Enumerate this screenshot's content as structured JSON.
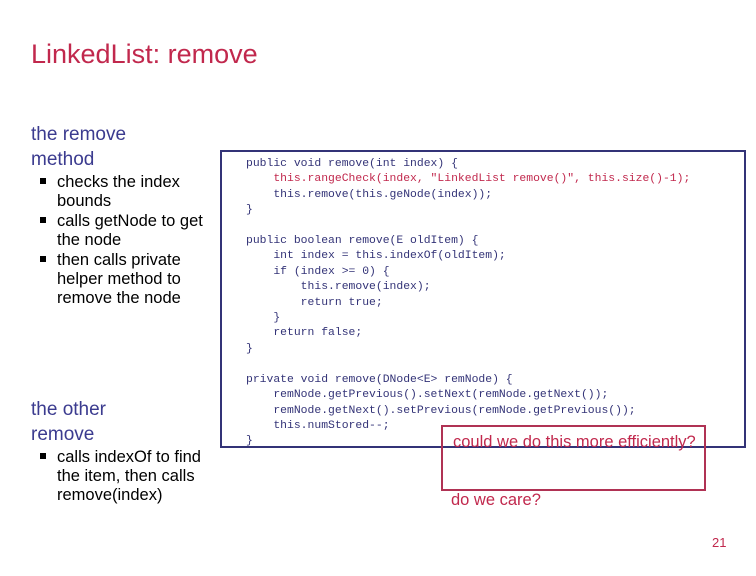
{
  "slide": {
    "title": "LinkedList: remove",
    "number": "21",
    "colors": {
      "title": "#c1284d",
      "heading": "#3b3b8f",
      "code": "#333377",
      "code_highlight": "#c1284d",
      "callout": "#c1284d",
      "callout_border": "#b03254",
      "code_border": "#333377",
      "bullet": "#000000",
      "background": "#ffffff"
    }
  },
  "left": {
    "blocks": [
      {
        "heading": "the remove\nmethod",
        "heading_lines": [
          "the remove",
          "method"
        ],
        "bullets": [
          "checks the index bounds",
          "calls getNode to get the node",
          "then calls private helper method to remove the node"
        ]
      },
      {
        "heading": "the other\nremove",
        "heading_lines": [
          "the other",
          "remove"
        ],
        "bullets": [
          "calls indexOf to find the item, then calls remove(index)"
        ]
      }
    ]
  },
  "code": {
    "lines": [
      {
        "text": "public void remove(int index) {",
        "highlight": false
      },
      {
        "text": "    this.rangeCheck(index, \"LinkedList remove()\", this.size()-1);",
        "highlight": true
      },
      {
        "text": "    this.remove(this.geNode(index));",
        "highlight": false
      },
      {
        "text": "}",
        "highlight": false
      },
      {
        "text": "",
        "highlight": false
      },
      {
        "text": "public boolean remove(E oldItem) {",
        "highlight": false
      },
      {
        "text": "    int index = this.indexOf(oldItem);",
        "highlight": false
      },
      {
        "text": "    if (index >= 0) {",
        "highlight": false
      },
      {
        "text": "        this.remove(index);",
        "highlight": false
      },
      {
        "text": "        return true;",
        "highlight": false
      },
      {
        "text": "    }",
        "highlight": false
      },
      {
        "text": "    return false;",
        "highlight": false
      },
      {
        "text": "}",
        "highlight": false
      },
      {
        "text": "",
        "highlight": false
      },
      {
        "text": "private void remove(DNode<E> remNode) {",
        "highlight": false
      },
      {
        "text": "    remNode.getPrevious().setNext(remNode.getNext());",
        "highlight": false
      },
      {
        "text": "    remNode.getNext().setPrevious(remNode.getPrevious());",
        "highlight": false
      },
      {
        "text": "    this.numStored--;",
        "highlight": false
      },
      {
        "text": "}",
        "highlight": false
      }
    ]
  },
  "callout": {
    "boxed_text": "could we do this more efficiently?",
    "note_text": "do we care?"
  }
}
